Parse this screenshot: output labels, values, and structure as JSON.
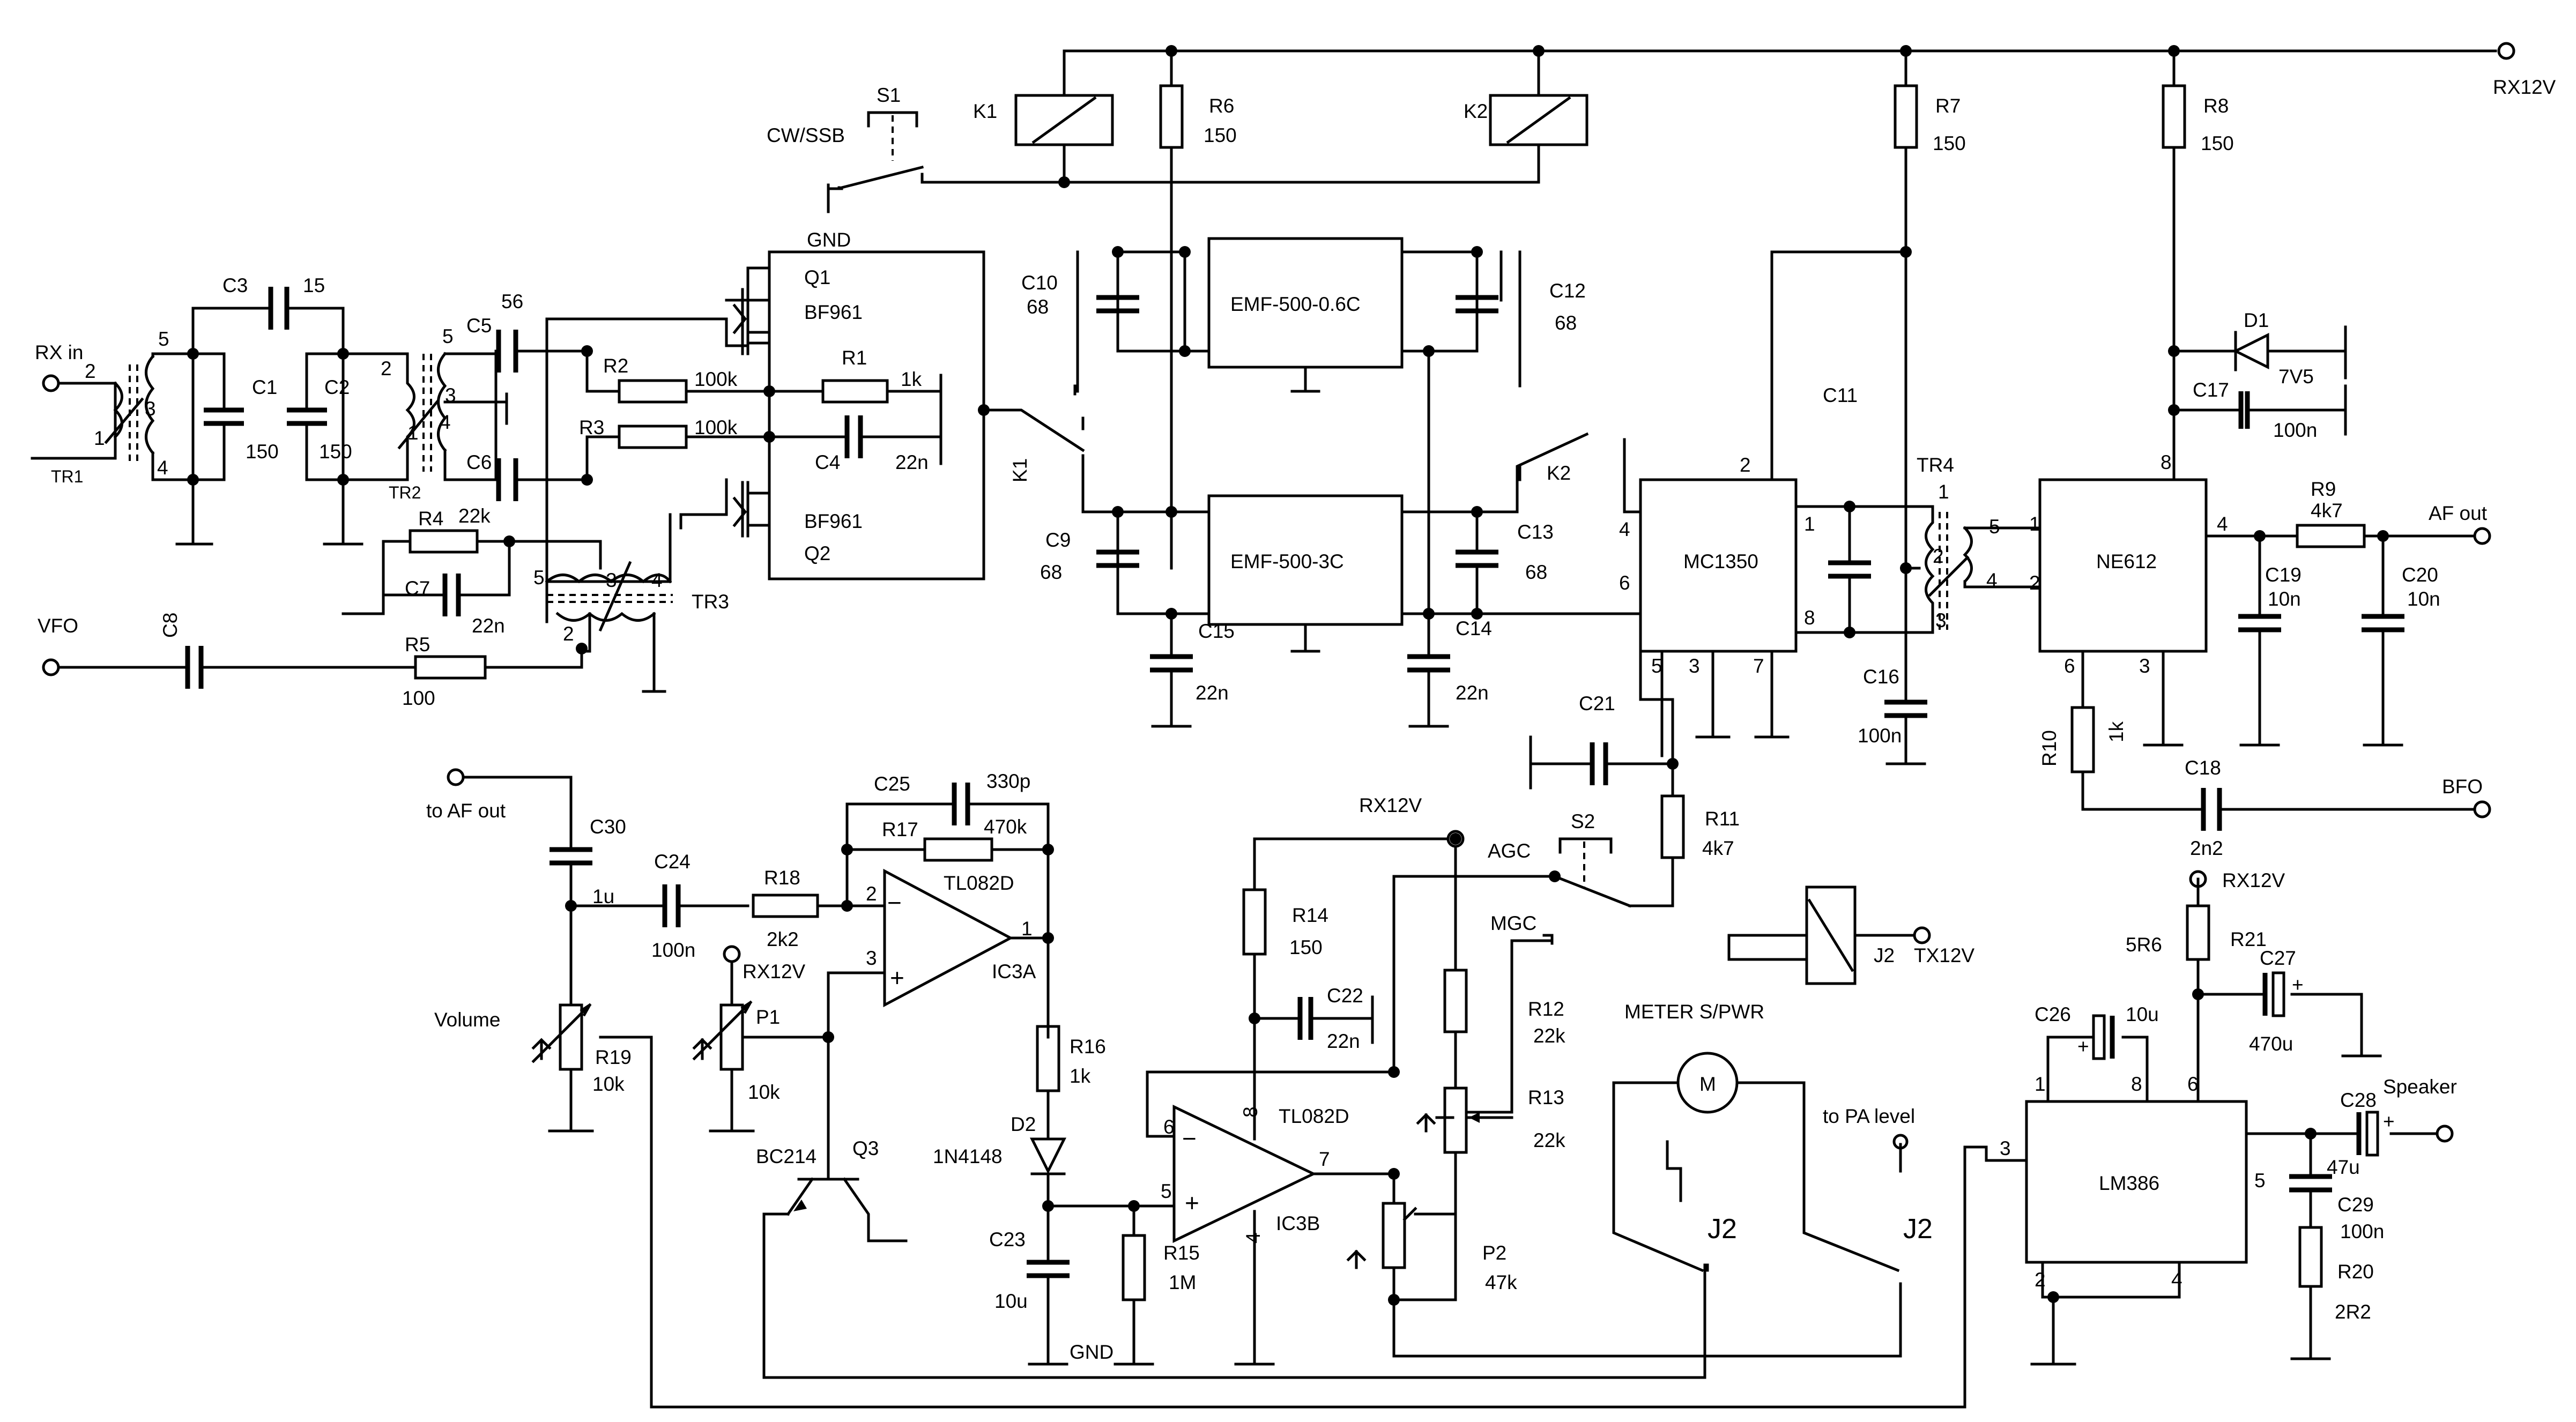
{
  "supply": {
    "rx": "RX12V",
    "tx": "TX12V"
  },
  "ports": {
    "rx_in": "RX in",
    "vfo": "VFO",
    "af_out": "AF out",
    "to_af_out": "to AF out",
    "bfo": "BFO",
    "speaker": "Speaker",
    "to_pa_level": "to PA level",
    "gnd": "GND"
  },
  "chips": {
    "mc1350": "MC1350",
    "ne612": "NE612",
    "lm386": "LM386",
    "tl082d": "TL082D",
    "ic3a": "IC3A",
    "ic3b": "IC3B",
    "emf_upper": "EMF-500-0.6C",
    "emf_lower": "EMF-500-3C"
  },
  "transistors": {
    "q1": "Q1",
    "q2": "Q2",
    "q1_type": "BF961",
    "q2_type": "BF961",
    "q3": "Q3",
    "q3_type": "BC214"
  },
  "switches": {
    "s1": "S1",
    "s1_label": "CW/SSB",
    "s2": "S2",
    "agc": "AGC",
    "mgc": "MGC",
    "j2": "J2"
  },
  "relays": {
    "k1": "K1",
    "k2": "K2"
  },
  "meter": {
    "title": "METER S/PWR",
    "symbol": "M"
  },
  "transformers": {
    "tr1": "TR1",
    "tr2": "TR2",
    "tr3": "TR3",
    "tr4": "TR4"
  },
  "diodes": {
    "d1": "D1",
    "d1_value": "7V5",
    "d2": "D2",
    "d2_type": "1N4148"
  },
  "resistors": {
    "r1": [
      "R1",
      "1k"
    ],
    "r2": [
      "R2",
      "100k"
    ],
    "r3": [
      "R3",
      "100k"
    ],
    "r4": [
      "R4",
      "22k"
    ],
    "r5": [
      "R5",
      "100"
    ],
    "r6": [
      "R6",
      "150"
    ],
    "r7": [
      "R7",
      "150"
    ],
    "r8": [
      "R8",
      "150"
    ],
    "r9": [
      "R9",
      "4k7"
    ],
    "r10": [
      "R10",
      "1k"
    ],
    "r11": [
      "R11",
      "4k7"
    ],
    "r12": [
      "R12",
      "22k"
    ],
    "r13": [
      "R13",
      "22k"
    ],
    "r14": [
      "R14",
      "150"
    ],
    "r15": [
      "R15",
      "1M"
    ],
    "r16": [
      "R16",
      "1k"
    ],
    "r17": [
      "R17",
      "470k"
    ],
    "r18": [
      "R18",
      "2k2"
    ],
    "r19": [
      "R19",
      "10k"
    ],
    "r20": [
      "R20",
      "2R2"
    ],
    "r21": [
      "R21",
      "5R6"
    ],
    "p1": [
      "P1",
      "10k"
    ],
    "p2": [
      "P2",
      "47k"
    ],
    "volume": "Volume"
  },
  "capacitors": {
    "c1": [
      "C1",
      "150"
    ],
    "c2": [
      "C2",
      "150"
    ],
    "c3": [
      "C3",
      "15"
    ],
    "c4": [
      "C4",
      "22n"
    ],
    "c5": [
      "C5",
      "56"
    ],
    "c6": [
      "C6",
      ""
    ],
    "c7": [
      "C7",
      "22n"
    ],
    "c8": [
      "C8",
      ""
    ],
    "c9": [
      "C9",
      "68"
    ],
    "c10": [
      "C10",
      "68"
    ],
    "c11": [
      "C11",
      ""
    ],
    "c12": [
      "C12",
      "68"
    ],
    "c13": [
      "C13",
      "68"
    ],
    "c14": [
      "C14",
      "22n"
    ],
    "c15": [
      "C15",
      "22n"
    ],
    "c16": [
      "C16",
      "100n"
    ],
    "c17": [
      "C17",
      "100n"
    ],
    "c18": [
      "C18",
      "2n2"
    ],
    "c19": [
      "C19",
      "10n"
    ],
    "c20": [
      "C20",
      "10n"
    ],
    "c21": [
      "C21",
      ""
    ],
    "c22": [
      "C22",
      "22n"
    ],
    "c23": [
      "C23",
      "10u"
    ],
    "c24": [
      "C24",
      "100n"
    ],
    "c25": [
      "C25",
      "330p"
    ],
    "c26": [
      "C26",
      "10u"
    ],
    "c27": [
      "C27",
      "470u"
    ],
    "c28": [
      "C28",
      "47u"
    ],
    "c29": [
      "C29",
      "100n"
    ],
    "c30": [
      "C30",
      "1u"
    ]
  },
  "pins": {
    "p1": "1",
    "p2": "2",
    "p3": "3",
    "p4": "4",
    "p5": "5",
    "p6": "6",
    "p7": "7",
    "p8": "8",
    "plus": "+",
    "minus": "−",
    "plus_sign": "+"
  }
}
